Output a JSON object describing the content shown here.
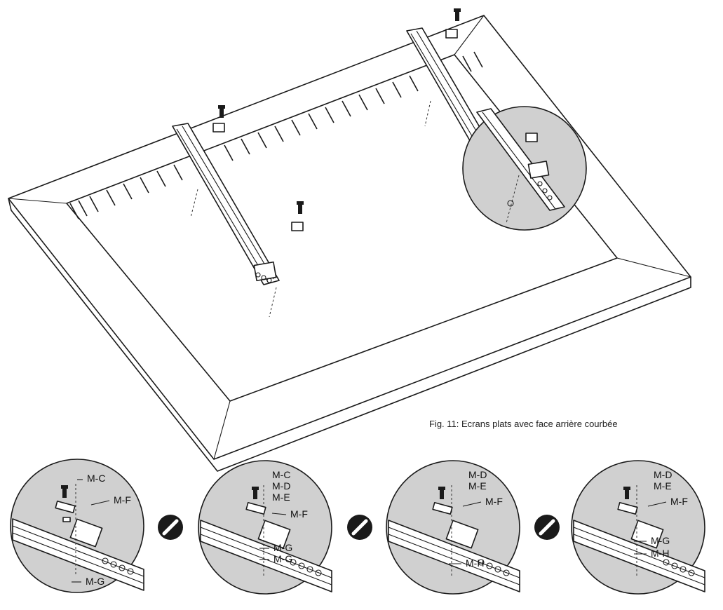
{
  "caption": "Fig. 11: Ecrans plats avec face arrière courbée",
  "colors": {
    "line": "#1a1a1a",
    "circle_fill": "#d0d0d0",
    "background": "#ffffff"
  },
  "details": [
    {
      "labels": [
        "M-C",
        "M-F",
        "M-G"
      ]
    },
    {
      "labels": [
        "M-C",
        "M-D",
        "M-E",
        "M-F",
        "M-G",
        "M-G"
      ]
    },
    {
      "labels": [
        "M-D",
        "M-E",
        "M-F",
        "M-H"
      ]
    },
    {
      "labels": [
        "M-D",
        "M-E",
        "M-F",
        "M-G",
        "M-H"
      ]
    }
  ],
  "separators": [
    "or-icon",
    "or-icon",
    "or-icon"
  ]
}
